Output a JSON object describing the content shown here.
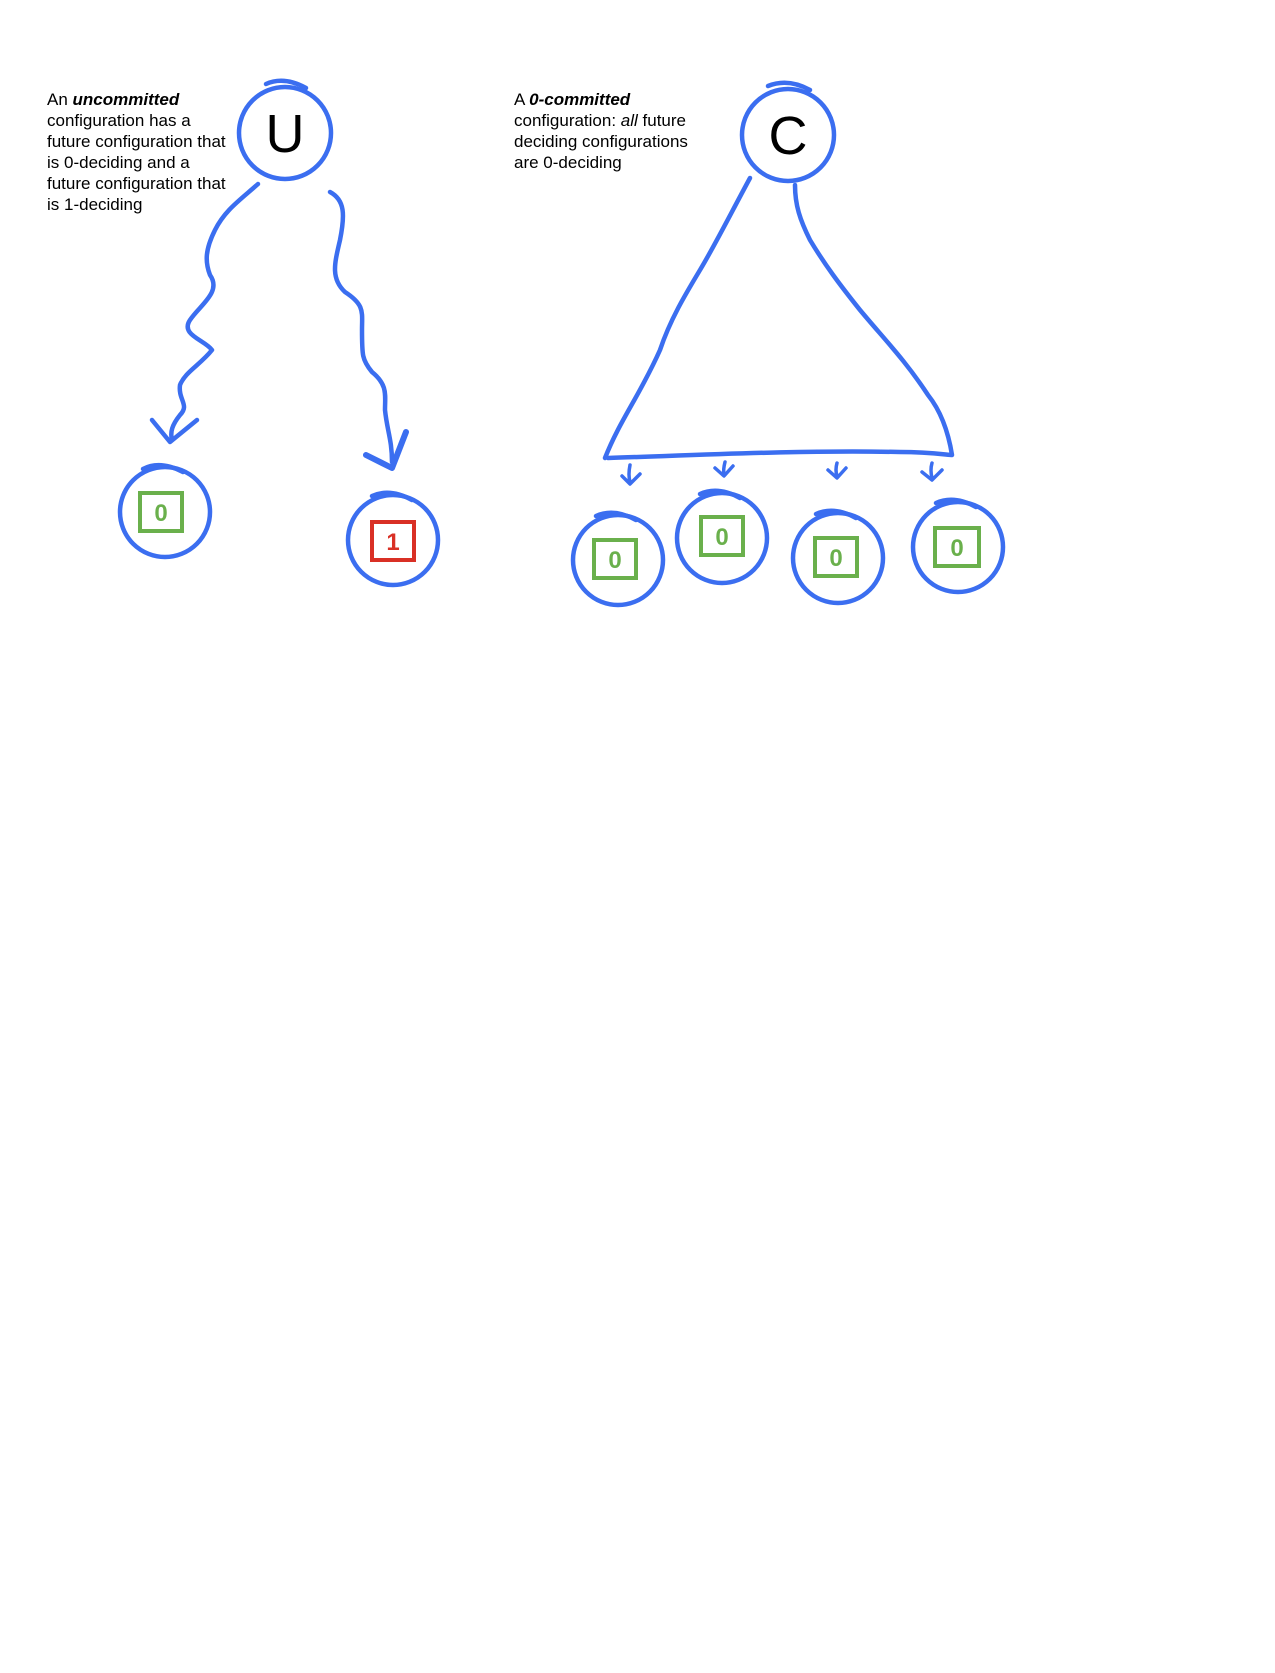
{
  "left_caption": {
    "line1_pre": "An ",
    "line1_emph": "uncommitted",
    "line2": "configuration has a",
    "line3": "future configuration that",
    "line4": "is 0-deciding and a",
    "line5": "future configuration that",
    "line6": "is 1-deciding"
  },
  "right_caption": {
    "line1_pre": "A ",
    "line1_emph": "0-committed",
    "line2_pre": "configuration: ",
    "line2_italic": "all",
    "line2_post": " future",
    "line3": "deciding configurations",
    "line4": "are 0-deciding"
  },
  "nodes": {
    "uncommitted_label": "U",
    "committed_label": "C"
  },
  "outcomes": {
    "zero": "0",
    "one": "1"
  },
  "colors": {
    "node_stroke": "#3b6ef0",
    "zero_box": "#6ab04c",
    "one_box": "#d93025"
  }
}
